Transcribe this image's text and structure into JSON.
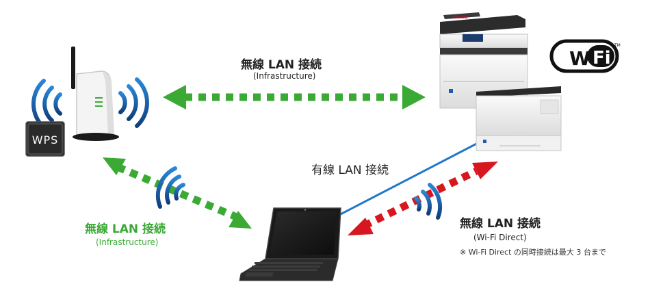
{
  "wps_label": "WPS",
  "wifi_logo": {
    "text_wi": "Wi",
    "text_fi": "Fi",
    "trademark": "TM"
  },
  "printer_brand": "KYOCERA",
  "connections": {
    "top": {
      "title": "無線 LAN 接続",
      "mode": "(Infrastructure)"
    },
    "left": {
      "title": "無線 LAN 接続",
      "mode": "(Infrastructure)"
    },
    "wired": {
      "title": "有線 LAN 接続"
    },
    "direct": {
      "title": "無線 LAN 接続",
      "mode": "(Wi-Fi Direct)",
      "note": "※ Wi-Fi Direct の同時接続は最大 3 台まで"
    }
  },
  "colors": {
    "green": "#3aaa35",
    "red": "#d7171f",
    "blue": "#1f78c8",
    "wave_blue": "#1a5fa8"
  }
}
